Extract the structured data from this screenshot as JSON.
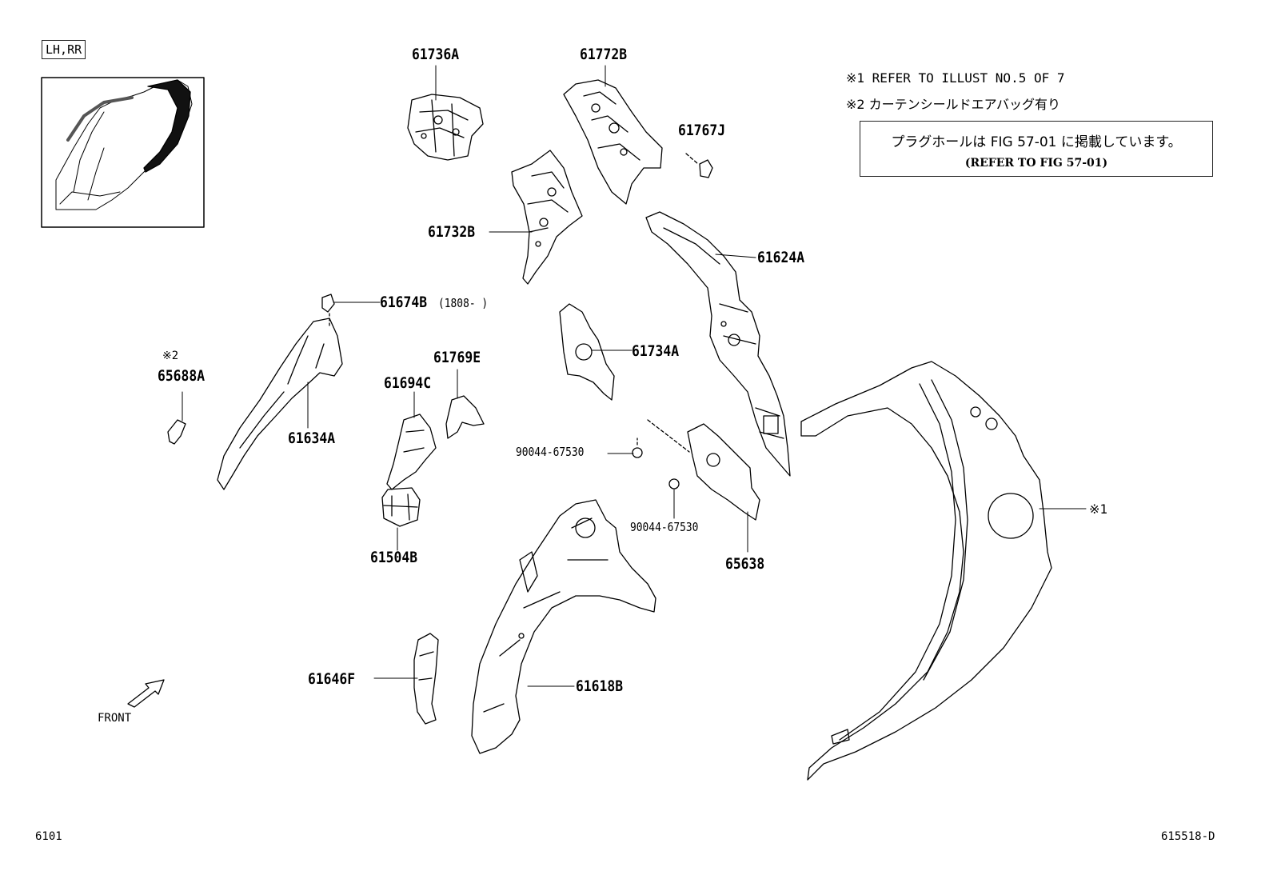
{
  "header": {
    "variant_tag": "LH,RR"
  },
  "notes": {
    "n1": "※1  REFER TO ILLUST NO.5 OF 7",
    "n2": "※2  カーテンシールドエアバッグ有り",
    "box_line1": "プラグホールは FIG 57-01 に掲載しています。",
    "box_line2": "(REFER TO FIG 57-01)"
  },
  "parts": {
    "p61736A": "61736A",
    "p61772B": "61772B",
    "p61767J": "61767J",
    "p61732B": "61732B",
    "p61624A": "61624A",
    "p61674B": "61674B",
    "p61674B_range": "(1808-        )",
    "p61734A": "61734A",
    "p65688A_mark": "※2",
    "p65688A": "65688A",
    "p61769E": "61769E",
    "p61694C": "61694C",
    "p61634A": "61634A",
    "p90044_a": "90044-67530",
    "p90044_b": "90044-67530",
    "p65638": "65638",
    "p61504B": "61504B",
    "p61646F": "61646F",
    "p61618B": "61618B",
    "ref1_mark": "※1"
  },
  "footer": {
    "direction": "FRONT",
    "left_code": "6101",
    "right_code": "615518-D"
  },
  "icons": [
    "front-arrow-icon"
  ]
}
